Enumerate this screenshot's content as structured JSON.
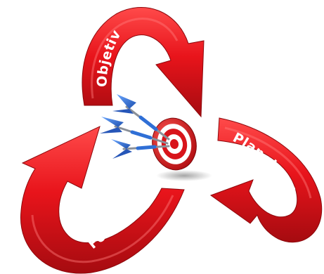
{
  "diagram": {
    "labels": {
      "objetivo": "Objetivo",
      "planejamento": "Planejamento",
      "foco": "Foco"
    },
    "colors": {
      "arrow_main": "#e8141b",
      "arrow_dark": "#9c0a0e",
      "arrow_light": "#ff5a5a",
      "label_text": "#ffffff",
      "target_red": "#d8141b",
      "target_white": "#ffffff",
      "dart_blue": "#2f6fd6",
      "dart_shaft": "#8a9099"
    },
    "icons": {
      "center": "target-with-darts-icon"
    }
  }
}
